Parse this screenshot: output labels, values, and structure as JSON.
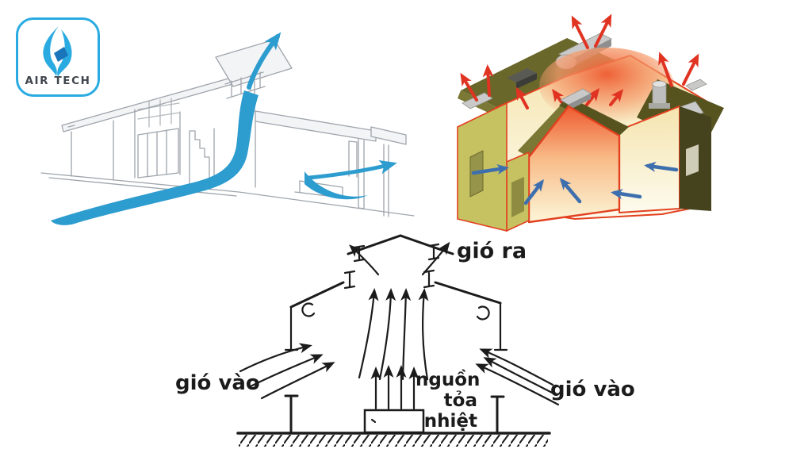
{
  "logo": {
    "brand": "AIR TECH",
    "icon": "flame-icon",
    "border_color": "#29abe2",
    "flame_primary": "#29abe2",
    "flame_secondary": "#1b75bb",
    "text_color": "#40464d"
  },
  "illustrations": {
    "house_sketch": {
      "airflow_color": "#2d9ccf",
      "line_color": "#9aa1a8"
    },
    "building_cutaway": {
      "hot_air_arrow_color": "#e03322",
      "cool_air_arrow_color": "#3d6fae",
      "roof_color": "#6a672b",
      "wall_color": "#c6c262",
      "interior_color": "#fbf5cb",
      "heat_glow_color": "#f07040",
      "cut_outline_color": "#e2401f",
      "vent_color": "#c9c9c9"
    }
  },
  "schematic": {
    "ink_color": "#1b1b1b",
    "labels": {
      "air_out": "gió ra",
      "air_in_left": "gió vào",
      "air_in_right": "gió vào",
      "heat_source": [
        "nguồn",
        "tỏa",
        "nhiệt"
      ]
    }
  },
  "theme": {
    "logo-blue": "#29abe2",
    "logo-blue-dark": "#1b75bb",
    "logo-text": "#40464d",
    "flow-blue": "#2d9ccf",
    "sketch-gray": "#9aa1a8",
    "ink": "#1b1b1b",
    "hot-red": "#e03322",
    "cool-blue": "#3d6fae",
    "roof-olive": "#6a672b",
    "roof-olive-dark": "#56531f",
    "roof-olive-light": "#7b7835",
    "wall-yellow": "#c6c262",
    "wall-dark": "#45431d",
    "interior-cream": "#fbf5cb",
    "glow-orange": "#f07040",
    "cut-red": "#e2401f",
    "vent-gray": "#c9c9c9"
  }
}
